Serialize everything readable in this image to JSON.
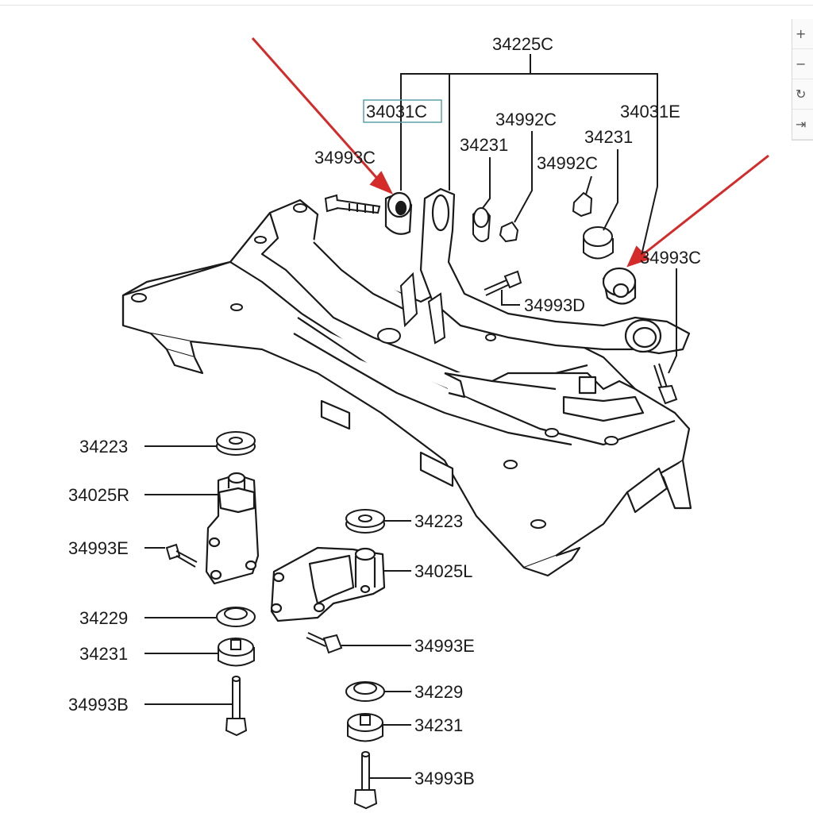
{
  "toolbar": {
    "zoom_in_icon": "+",
    "zoom_out_icon": "−",
    "rotate_icon": "↻",
    "expand_icon": "⇥"
  },
  "labels": {
    "l34225C": "34225C",
    "l34031C": "34031C",
    "l34992C_top": "34992C",
    "l34031E": "34031E",
    "l34993C_left": "34993C",
    "l34231_mid": "34231",
    "l34231_right": "34231",
    "l34992C_mid": "34992C",
    "l34993C_right": "34993C",
    "l34993D": "34993D",
    "l34223_left": "34223",
    "l34025R": "34025R",
    "l34993E_left": "34993E",
    "l34229_left": "34229",
    "l34231_left": "34231",
    "l34993B_left": "34993B",
    "l34223_right": "34223",
    "l34025L": "34025L",
    "l34993E_right": "34993E",
    "l34229_right": "34229",
    "l34231_right2": "34231",
    "l34993B_right": "34993B"
  },
  "colors": {
    "arrow": "#d42a2a",
    "line": "#1a1a1a",
    "highlight_box": "#5aa0a8"
  }
}
